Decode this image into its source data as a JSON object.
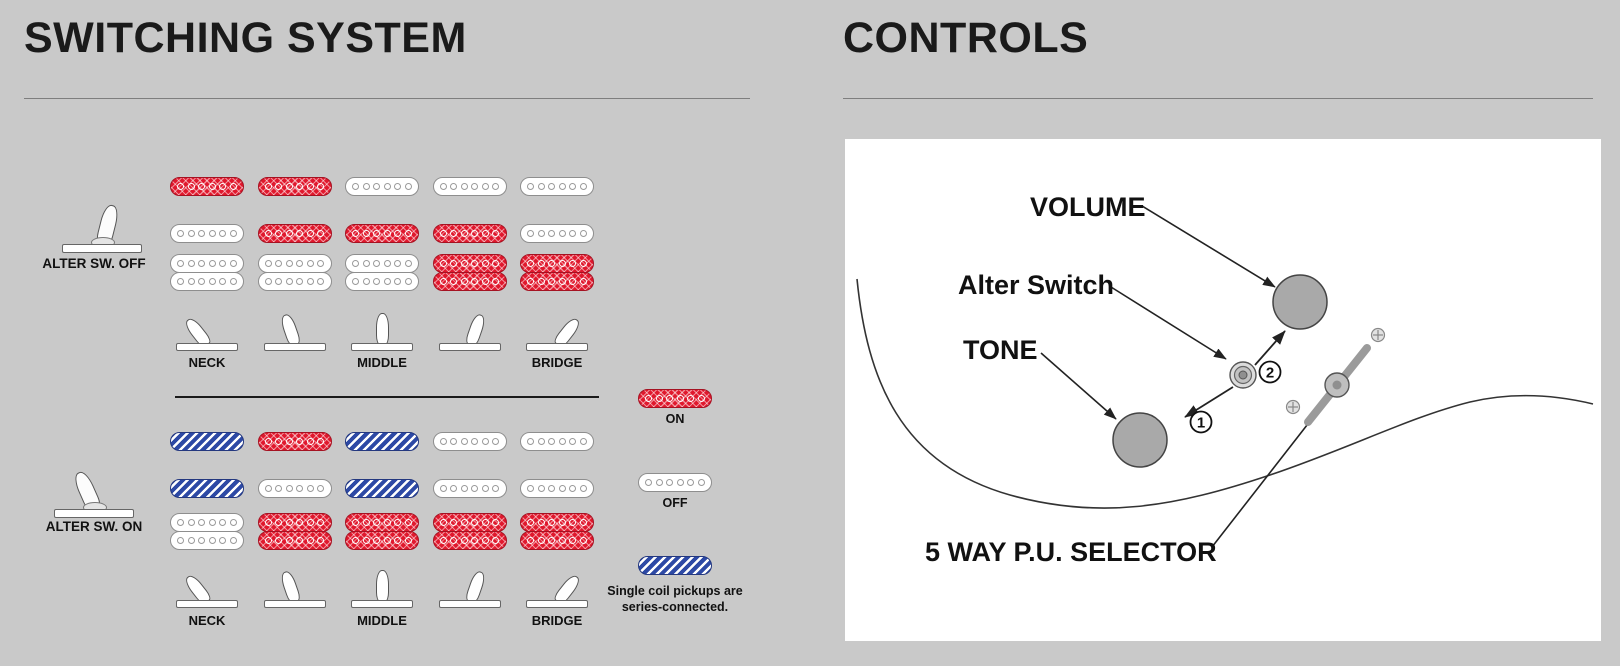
{
  "colors": {
    "background": "#c9c9c9",
    "pickup_on": "#e0182d",
    "pickup_series": "#2d49a5",
    "pickup_off": "#ffffff",
    "knob_gray": "#a9a9a9"
  },
  "switching": {
    "title": "SWITCHING SYSTEM",
    "coil_rows": [
      "neck",
      "middle",
      "bridge-coil-1",
      "bridge-coil-2"
    ],
    "sections": [
      {
        "switch_label": "ALTER SW. OFF",
        "switch_state": "off",
        "positions": [
          {
            "selector_label": "NECK",
            "coils": [
              "on",
              "off",
              "off",
              "off"
            ]
          },
          {
            "selector_label": "",
            "coils": [
              "on",
              "on",
              "off",
              "off"
            ]
          },
          {
            "selector_label": "MIDDLE",
            "coils": [
              "off",
              "on",
              "off",
              "off"
            ]
          },
          {
            "selector_label": "",
            "coils": [
              "off",
              "on",
              "on",
              "on"
            ]
          },
          {
            "selector_label": "BRIDGE",
            "coils": [
              "off",
              "off",
              "on",
              "on"
            ]
          }
        ]
      },
      {
        "switch_label": "ALTER SW. ON",
        "switch_state": "on",
        "positions": [
          {
            "selector_label": "NECK",
            "coils": [
              "series",
              "series",
              "off",
              "off"
            ]
          },
          {
            "selector_label": "",
            "coils": [
              "on",
              "off",
              "on",
              "on"
            ]
          },
          {
            "selector_label": "MIDDLE",
            "coils": [
              "series",
              "series",
              "on",
              "on"
            ]
          },
          {
            "selector_label": "",
            "coils": [
              "off",
              "off",
              "on",
              "on"
            ]
          },
          {
            "selector_label": "BRIDGE",
            "coils": [
              "off",
              "off",
              "on",
              "on"
            ]
          }
        ]
      }
    ],
    "legend": [
      {
        "state": "on",
        "label": "ON"
      },
      {
        "state": "off",
        "label": "OFF"
      },
      {
        "state": "series",
        "label": "Single coil pickups are series-connected."
      }
    ]
  },
  "controls": {
    "title": "CONTROLS",
    "labels": {
      "volume": "VOLUME",
      "alter_switch": "Alter Switch",
      "tone": "TONE",
      "selector": "5 WAY P.U. SELECTOR",
      "step_1": "1",
      "step_2": "2"
    }
  }
}
